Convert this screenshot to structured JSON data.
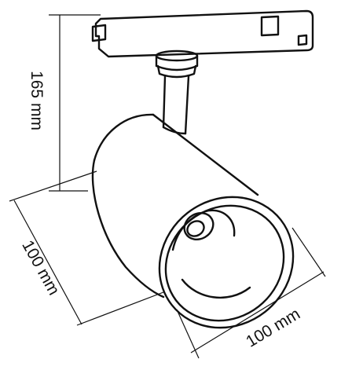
{
  "dimensions": {
    "height_label": "165 mm",
    "depth_label": "100 mm",
    "diameter_label": "100 mm"
  }
}
